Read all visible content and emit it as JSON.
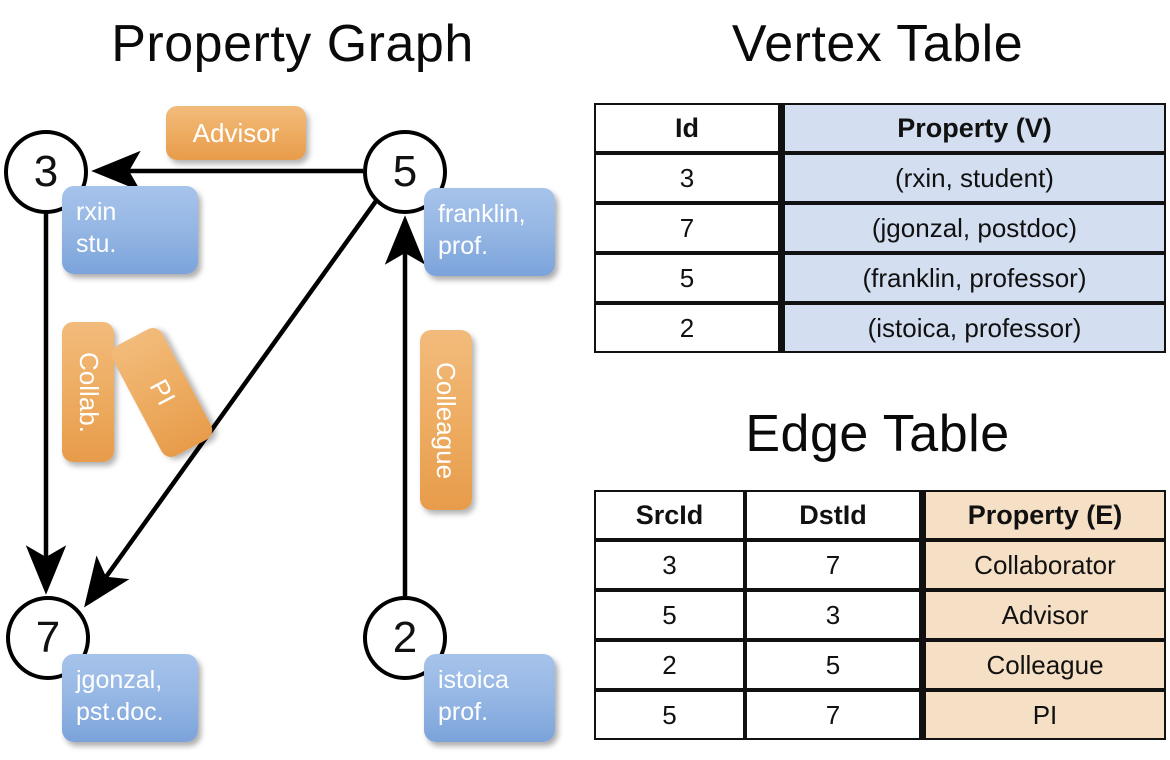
{
  "titles": {
    "property_graph": "Property Graph",
    "vertex_table": "Vertex Table",
    "edge_table": "Edge Table"
  },
  "graph": {
    "nodes": [
      {
        "id": "3",
        "label_lines": "rxin\nstu.",
        "line1": "rxin",
        "line2": "stu."
      },
      {
        "id": "5",
        "label_lines": "franklin,\nprof.",
        "line1": "franklin,",
        "line2": "prof."
      },
      {
        "id": "7",
        "label_lines": "jgonzal,\npst.doc.",
        "line1": "jgonzal,",
        "line2": "pst.doc."
      },
      {
        "id": "2",
        "label_lines": "istoica\nprof.",
        "line1": "istoica",
        "line2": "prof."
      }
    ],
    "edge_labels": [
      {
        "name": "advisor",
        "text": "Advisor"
      },
      {
        "name": "collab",
        "text": "Collab."
      },
      {
        "name": "pi",
        "text": "PI"
      },
      {
        "name": "colleague",
        "text": "Colleague"
      }
    ],
    "edges": [
      {
        "from": "5",
        "to": "3",
        "label": "Advisor"
      },
      {
        "from": "3",
        "to": "7",
        "label": "Collab."
      },
      {
        "from": "5",
        "to": "7",
        "label": "PI"
      },
      {
        "from": "2",
        "to": "5",
        "label": "Colleague"
      }
    ]
  },
  "vertex_table": {
    "headers": [
      "Id",
      "Property (V)"
    ],
    "rows": [
      {
        "id": "3",
        "property": "(rxin, student)"
      },
      {
        "id": "7",
        "property": "(jgonzal, postdoc)"
      },
      {
        "id": "5",
        "property": "(franklin, professor)"
      },
      {
        "id": "2",
        "property": "(istoica, professor)"
      }
    ]
  },
  "edge_table": {
    "headers": [
      "SrcId",
      "DstId",
      "Property (E)"
    ],
    "rows": [
      {
        "src": "3",
        "dst": "7",
        "property": "Collaborator"
      },
      {
        "src": "5",
        "dst": "3",
        "property": "Advisor"
      },
      {
        "src": "2",
        "dst": "5",
        "property": "Colleague"
      },
      {
        "src": "5",
        "dst": "7",
        "property": "PI"
      }
    ]
  },
  "colors": {
    "vertex_property_fill": "#d3def1",
    "edge_property_fill": "#f5dfc5",
    "node_box_blue": "#97b8e5",
    "edge_label_orange": "#eeae64",
    "stroke": "#111111",
    "background": "#ffffff"
  }
}
